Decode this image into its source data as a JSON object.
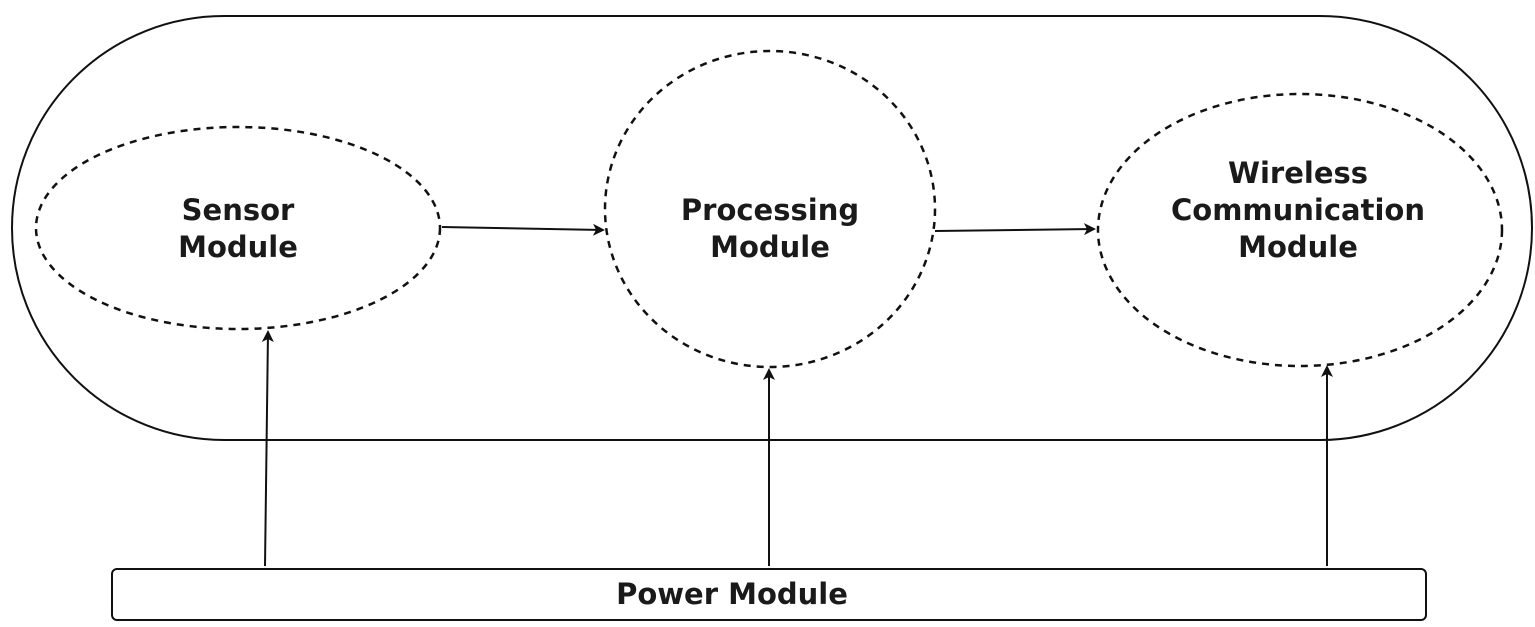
{
  "diagram": {
    "nodes": {
      "sensor": {
        "line1": "Sensor",
        "line2": "Module"
      },
      "processing": {
        "line1": "Processing",
        "line2": "Module"
      },
      "wireless": {
        "line1": "Wireless",
        "line2": "Communication",
        "line3": "Module"
      }
    },
    "power": {
      "label": "Power Module"
    },
    "edges": [
      {
        "from": "sensor",
        "to": "processing"
      },
      {
        "from": "processing",
        "to": "wireless"
      },
      {
        "from": "power",
        "to": "sensor"
      },
      {
        "from": "power",
        "to": "processing"
      },
      {
        "from": "power",
        "to": "wireless"
      }
    ]
  }
}
